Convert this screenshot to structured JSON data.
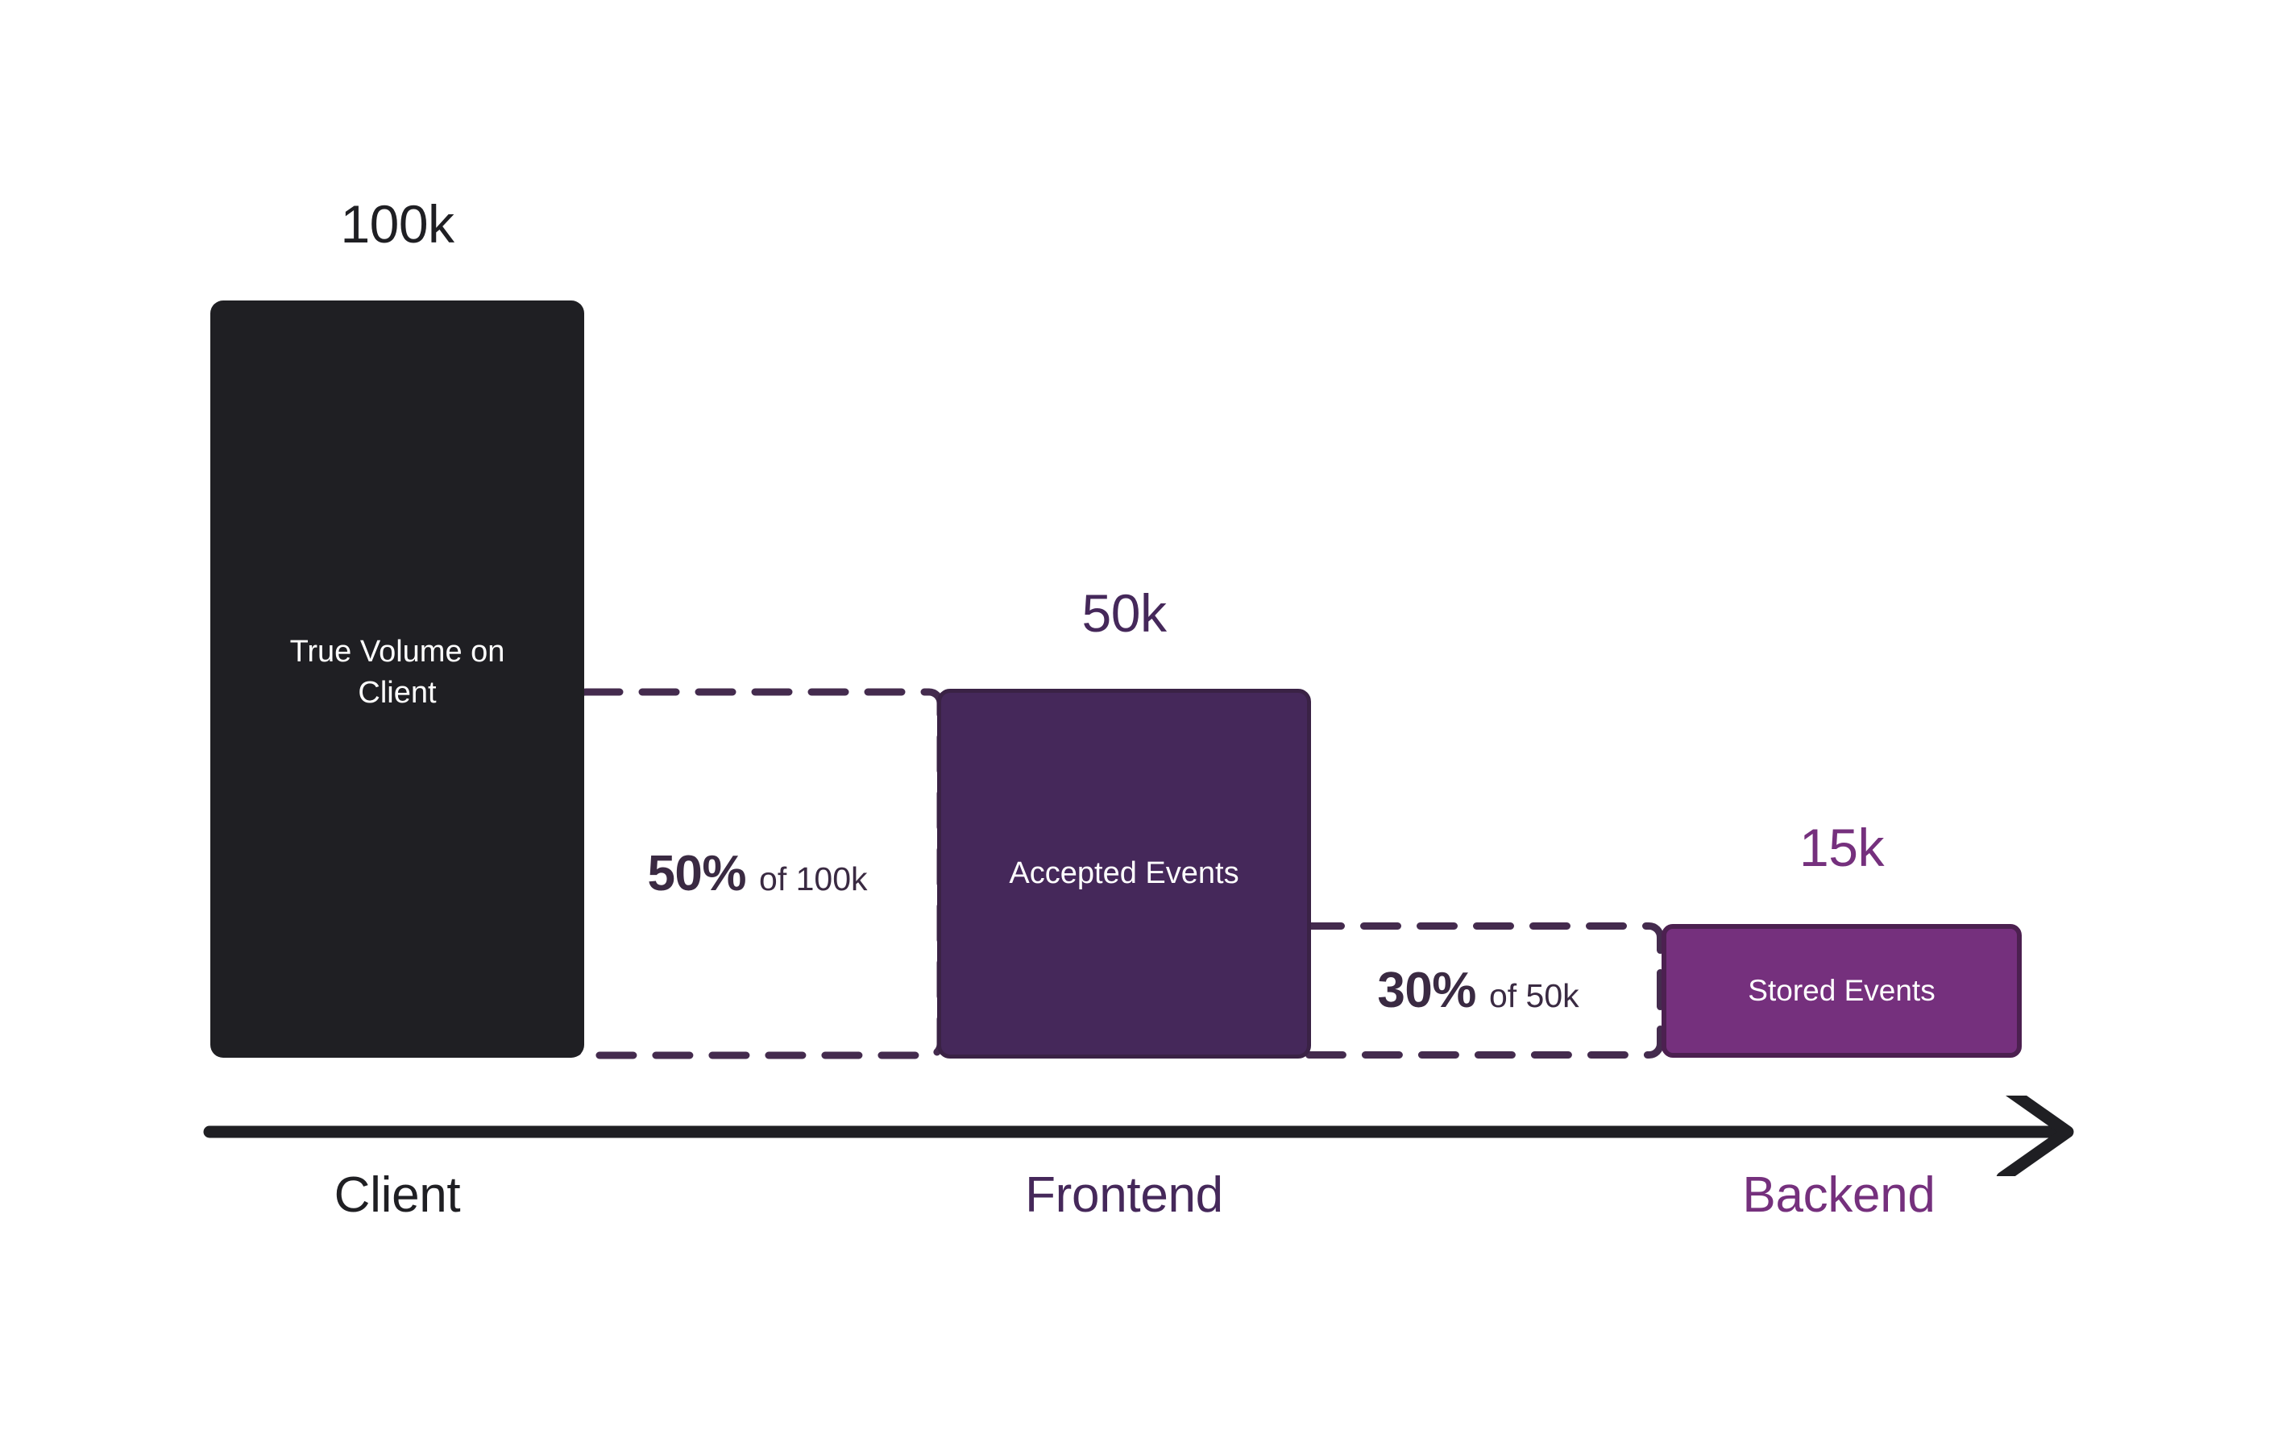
{
  "chart_data": {
    "type": "bar",
    "title": "",
    "subtitle": "",
    "xlabel": "",
    "ylabel": "",
    "categories": [
      "Client",
      "Frontend",
      "Backend"
    ],
    "values": [
      100000,
      50000,
      15000
    ],
    "value_labels": [
      "100k",
      "50k",
      "15k"
    ],
    "bar_labels": [
      "True Volume on Client",
      "Accepted Events",
      "Stored Events"
    ],
    "drop_offs": [
      {
        "percent": "50%",
        "of": "of 100k",
        "from": "Client",
        "to": "Frontend"
      },
      {
        "percent": "30%",
        "of": "of 50k",
        "from": "Frontend",
        "to": "Backend"
      }
    ],
    "grid": false,
    "legend": "none",
    "axis": {
      "direction": "left-to-right",
      "arrow": true
    }
  },
  "bars": [
    {
      "key": "client",
      "value_label": "100k",
      "bar_label": "True Volume on Client",
      "stage_label": "Client",
      "color": "#1f1f23",
      "text_color": "#ffffff"
    },
    {
      "key": "frontend",
      "value_label": "50k",
      "bar_label": "Accepted Events",
      "stage_label": "Frontend",
      "color": "#45285a",
      "text_color": "#ffffff"
    },
    {
      "key": "backend",
      "value_label": "15k",
      "bar_label": "Stored Events",
      "stage_label": "Backend",
      "color": "#75307d",
      "text_color": "#ffffff"
    }
  ],
  "drop_offs": [
    {
      "key": "drop-1",
      "percent": "50%",
      "basis": "of 100k",
      "border_color": "#442b4e"
    },
    {
      "key": "drop-2",
      "percent": "30%",
      "basis": "of 50k",
      "border_color": "#442b4e"
    }
  ],
  "colors": {
    "background": "#ffffff",
    "client": "#1f1f23",
    "frontend": "#45285a",
    "backend": "#75307d",
    "dashed_border": "#442b4e",
    "axis": "#1f1f23",
    "drop_text": "#3a2a42"
  }
}
